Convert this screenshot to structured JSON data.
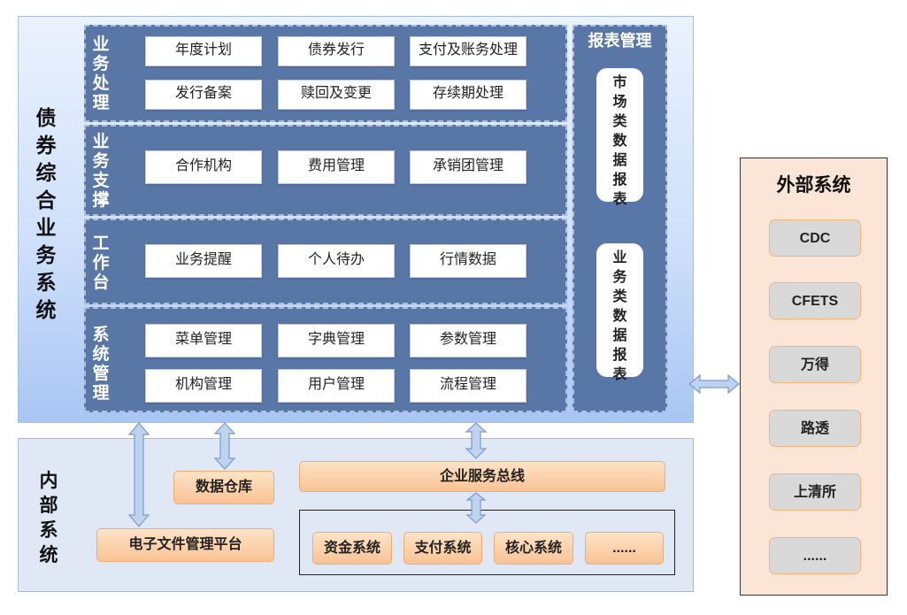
{
  "main_system": {
    "title": "债券综合业务系统"
  },
  "groups": [
    {
      "label": "业务处理",
      "items": [
        "年度计划",
        "债券发行",
        "支付及账务处理",
        "发行备案",
        "赎回及变更",
        "存续期处理"
      ]
    },
    {
      "label": "业务支撑",
      "items": [
        "合作机构",
        "费用管理",
        "承销团管理"
      ]
    },
    {
      "label": "工作台",
      "items": [
        "业务提醒",
        "个人待办",
        "行情数据"
      ]
    },
    {
      "label": "系统管理",
      "items": [
        "菜单管理",
        "字典管理",
        "参数管理",
        "机构管理",
        "用户管理",
        "流程管理"
      ]
    }
  ],
  "report": {
    "title": "报表管理",
    "items": [
      "市场类数据报表",
      "业务类数据报表"
    ]
  },
  "internal": {
    "title": "内部系统",
    "data_warehouse": "数据仓库",
    "e_file_platform": "电子文件管理平台",
    "esb": "企业服务总线",
    "core_systems": [
      "资金系统",
      "支付系统",
      "核心系统",
      "......"
    ]
  },
  "external": {
    "title": "外部系统",
    "items": [
      "CDC",
      "CFETS",
      "万得",
      "路透",
      "上清所",
      "......"
    ]
  },
  "colors": {
    "group_fill": "#5876a6",
    "orange": "#f9c394",
    "external_bg": "#fbe5d6",
    "arrow": "#bdd3ee"
  }
}
